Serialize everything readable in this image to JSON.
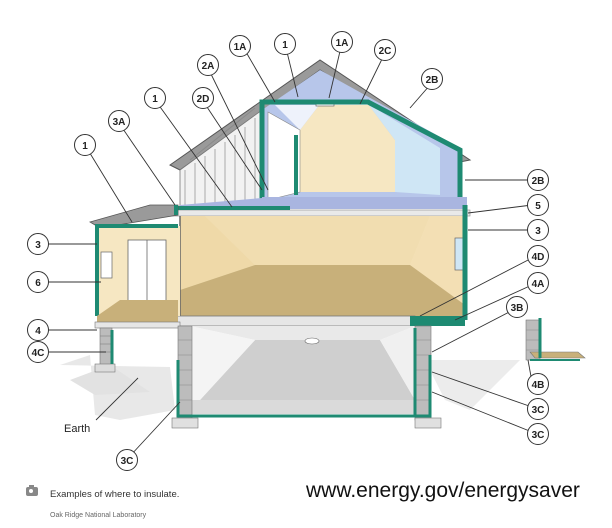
{
  "diagram": {
    "callouts": [
      {
        "id": "c-1a-left",
        "label": "1A"
      },
      {
        "id": "c-1-top",
        "label": "1"
      },
      {
        "id": "c-1a-right",
        "label": "1A"
      },
      {
        "id": "c-2c",
        "label": "2C"
      },
      {
        "id": "c-2a",
        "label": "2A"
      },
      {
        "id": "c-2b-top",
        "label": "2B"
      },
      {
        "id": "c-1-mid",
        "label": "1"
      },
      {
        "id": "c-2d",
        "label": "2D"
      },
      {
        "id": "c-3a",
        "label": "3A"
      },
      {
        "id": "c-1-left",
        "label": "1"
      },
      {
        "id": "c-2b-right",
        "label": "2B"
      },
      {
        "id": "c-5",
        "label": "5"
      },
      {
        "id": "c-3-right",
        "label": "3"
      },
      {
        "id": "c-3-left",
        "label": "3"
      },
      {
        "id": "c-6",
        "label": "6"
      },
      {
        "id": "c-4d",
        "label": "4D"
      },
      {
        "id": "c-4a",
        "label": "4A"
      },
      {
        "id": "c-3b",
        "label": "3B"
      },
      {
        "id": "c-4",
        "label": "4"
      },
      {
        "id": "c-4c",
        "label": "4C"
      },
      {
        "id": "c-4b",
        "label": "4B"
      },
      {
        "id": "c-3c-r1",
        "label": "3C"
      },
      {
        "id": "c-3c-r2",
        "label": "3C"
      },
      {
        "id": "c-3c-left",
        "label": "3C"
      }
    ],
    "earth_label": "Earth"
  },
  "caption": "Examples of where to insulate.",
  "credit": "Oak Ridge National Laboratory",
  "url": "www.energy.gov/energysaver",
  "colors": {
    "insulation": "#1e8a72",
    "attic_blue": "#b7c6ea",
    "wall_cream": "#f6e7c2",
    "floor_tan": "#c8b07a",
    "garage_grey": "#cfcfcf",
    "window_blue": "#cfe6f5"
  },
  "icons": {
    "caption": "camera-icon"
  }
}
